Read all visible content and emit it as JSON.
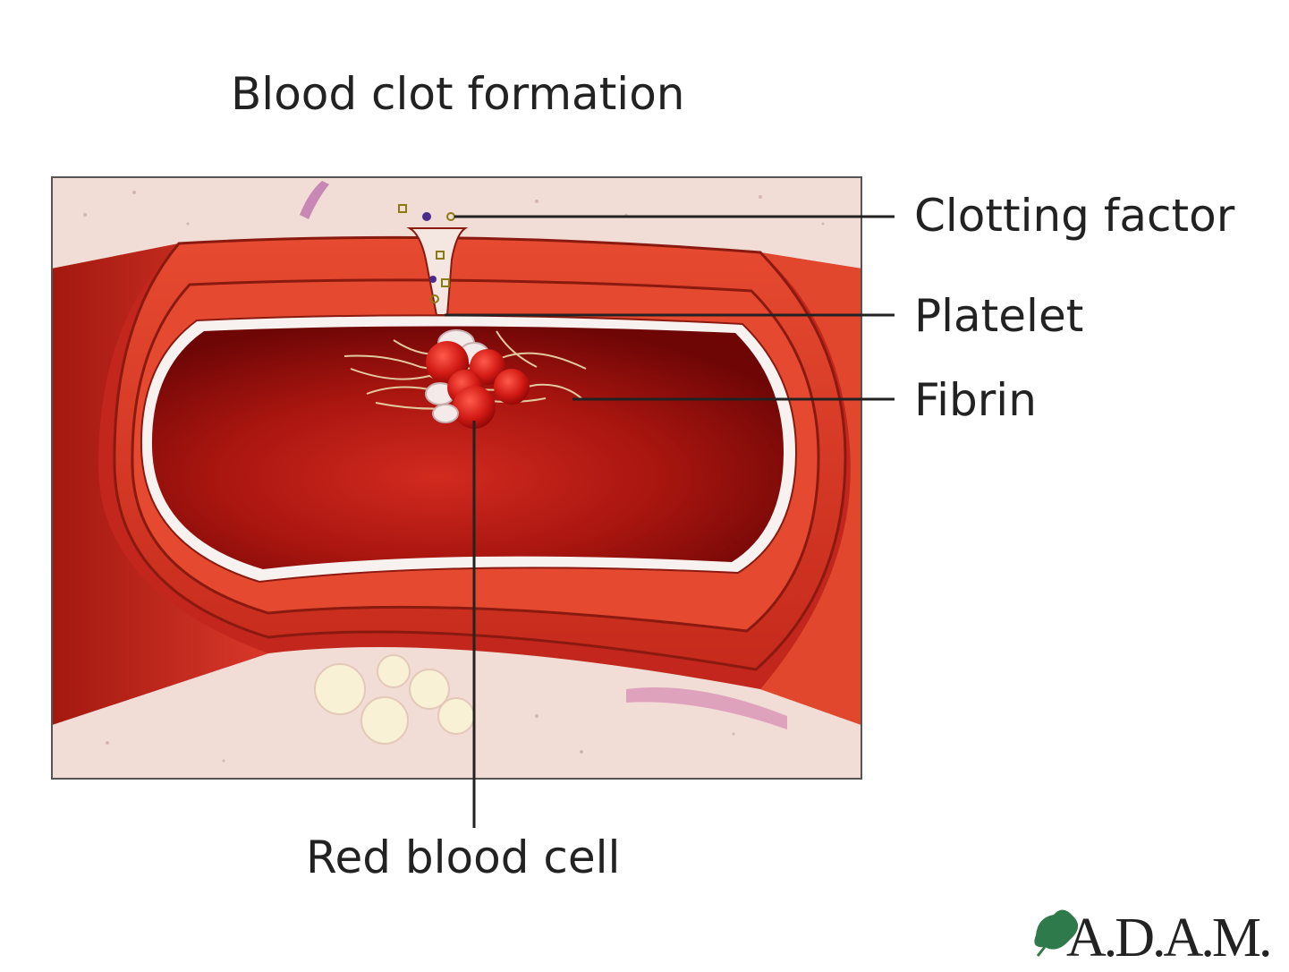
{
  "diagram": {
    "title": "Blood clot formation",
    "labels": {
      "clotting_factor": "Clotting factor",
      "platelet": "Platelet",
      "fibrin": "Fibrin",
      "red_blood_cell": "Red blood cell"
    },
    "logo_text": "A.D.A.M."
  },
  "colors": {
    "vessel_outer": "#c2261c",
    "vessel_mid": "#e0432c",
    "vessel_light": "#f06a45",
    "lumen_dark": "#8e0b0b",
    "lumen_center": "#c8221b",
    "tissue": "#f1dcd6",
    "leader_line": "#222222",
    "logo_green": "#2f7a4a"
  }
}
